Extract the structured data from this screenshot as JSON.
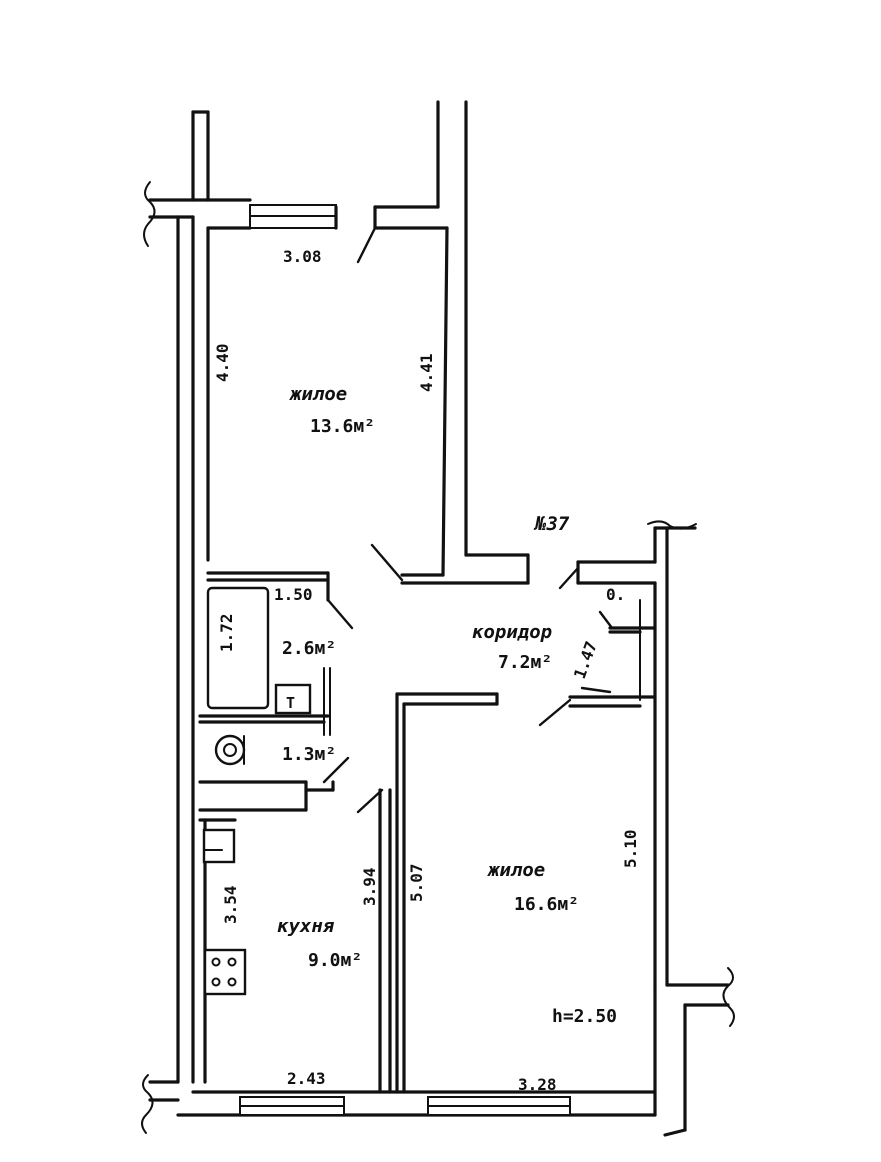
{
  "plan_number": "№37",
  "ceiling_height": "h=2.50",
  "rooms": {
    "living1": {
      "name": "жилое",
      "area": "13.6м²"
    },
    "living2": {
      "name": "жилое",
      "area": "16.6м²"
    },
    "corridor": {
      "name": "коридор",
      "area": "7.2м²"
    },
    "kitchen": {
      "name": "кухня",
      "area": "9.0м²"
    },
    "bath": {
      "area": "2.6м²"
    },
    "wc": {
      "area": "1.3м²"
    }
  },
  "dimensions": {
    "living1_width": "3.08",
    "living1_left": "4.40",
    "living1_right": "4.41",
    "bath_width": "1.50",
    "bath_height": "1.72",
    "corridor_width": "1.47",
    "corridor_top": "0.",
    "kitchen_width": "2.43",
    "kitchen_left": "3.54",
    "kitchen_right": "3.94",
    "living2_left": "5.07",
    "living2_right": "5.10",
    "living2_width": "3.28"
  },
  "fixtures": {
    "heater_symbol": "Т"
  }
}
